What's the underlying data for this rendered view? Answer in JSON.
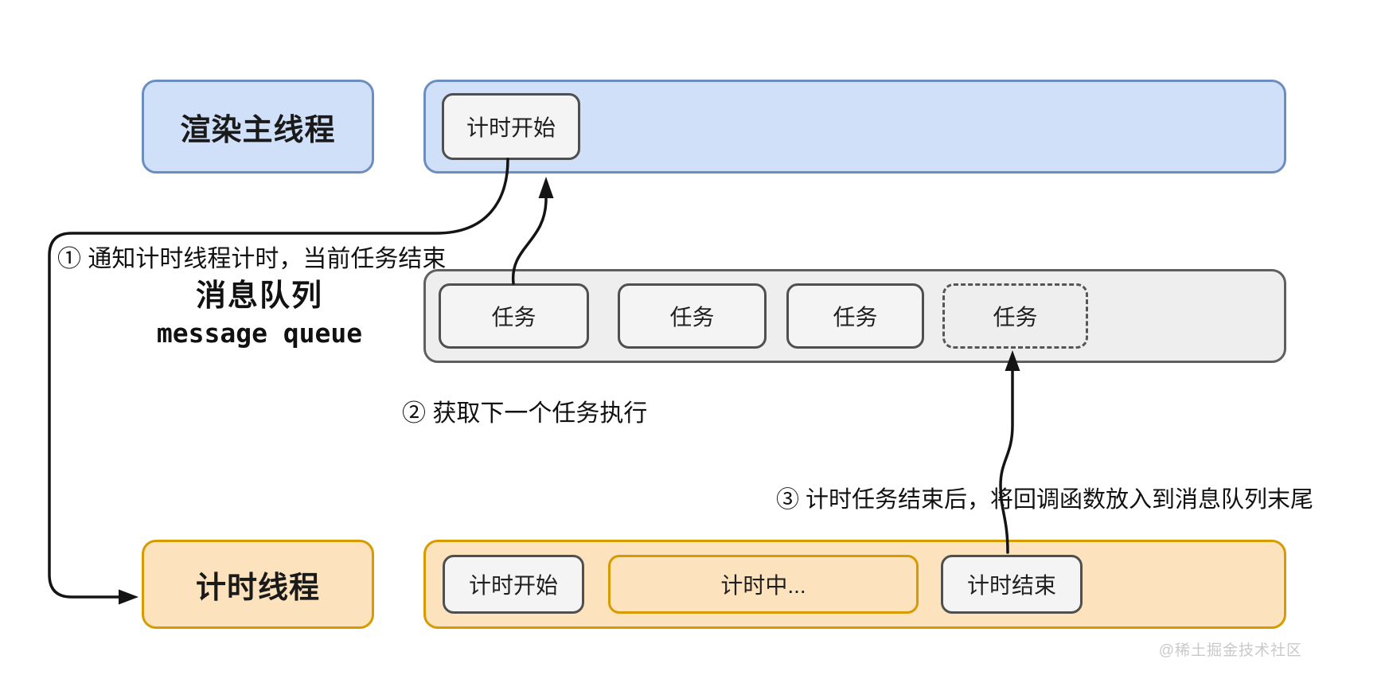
{
  "main_thread": {
    "label": "渲染主线程",
    "items": [
      {
        "label": "计时开始"
      }
    ]
  },
  "message_queue": {
    "label_zh": "消息队列",
    "label_en": "message queue",
    "tasks": [
      {
        "label": "任务",
        "style": "solid"
      },
      {
        "label": "任务",
        "style": "solid"
      },
      {
        "label": "任务",
        "style": "solid"
      },
      {
        "label": "任务",
        "style": "dashed"
      }
    ]
  },
  "timer_thread": {
    "label": "计时线程",
    "items": [
      {
        "label": "计时开始"
      },
      {
        "label": "计时中..."
      },
      {
        "label": "计时结束"
      }
    ]
  },
  "annotations": {
    "step1": "① 通知计时线程计时，当前任务结束",
    "step2": "② 获取下一个任务执行",
    "step3": "③ 计时任务结束后，将回调函数放入到消息队列末尾"
  },
  "watermark": "@稀土掘金技术社区",
  "colors": {
    "blue_fill": "#cfe0f8",
    "blue_border": "#6c8ebf",
    "gray_fill": "#eeeeee",
    "gray_border": "#5f5f5f",
    "inner_box_fill": "#f4f4f4",
    "inner_box_border": "#4f4f4f",
    "orange_fill": "#fce2bd",
    "orange_border": "#d79b00",
    "arrow": "#141414",
    "watermark": "#c9c9c9"
  }
}
